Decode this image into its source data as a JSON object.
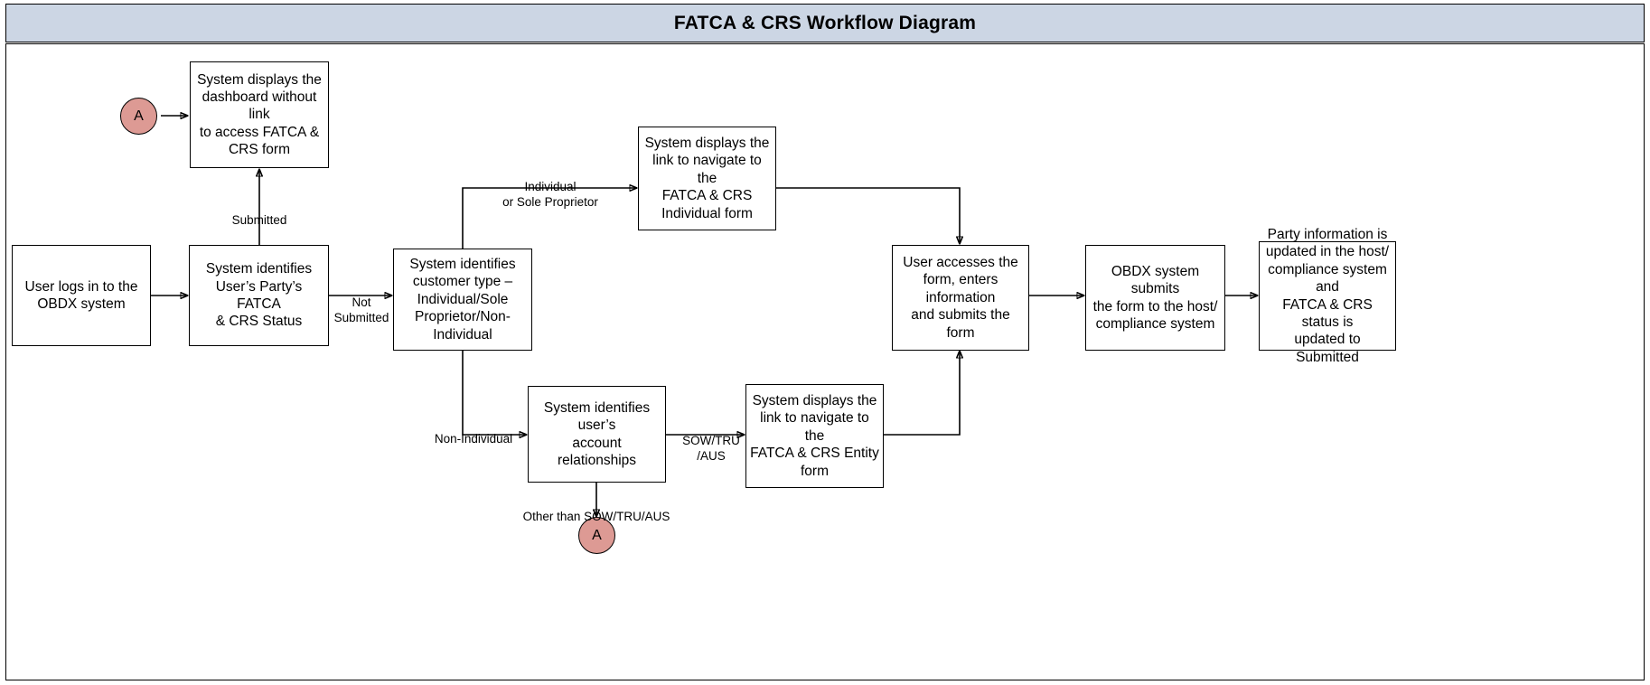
{
  "header": {
    "title": "FATCA & CRS Workflow Diagram",
    "background_color": "#ccd6e4",
    "border_color": "#000000"
  },
  "theme": {
    "page_background": "#ffffff",
    "node_fill": "#ffffff",
    "node_stroke": "#000000",
    "connector_circle_fill": "#dd9a94",
    "text_color": "#000000"
  },
  "diagram": {
    "type": "flowchart",
    "nodes": [
      {
        "id": "login",
        "shape": "process",
        "label": "User logs in to the\nOBDX system"
      },
      {
        "id": "identify-status",
        "shape": "process",
        "label": "System identifies\nUser’s Party’s FATCA\n& CRS Status"
      },
      {
        "id": "dashboard-no-link",
        "shape": "process",
        "label": "System displays the\ndashboard without link\nto access FATCA &\nCRS form"
      },
      {
        "id": "customer-type",
        "shape": "process",
        "label": "System identifies\ncustomer type –\nIndividual/Sole\nProprietor/Non-\nIndividual"
      },
      {
        "id": "individual-form-link",
        "shape": "process",
        "label": "System displays the\nlink to navigate to the\nFATCA & CRS\nIndividual form"
      },
      {
        "id": "account-relationships",
        "shape": "process",
        "label": "System identifies user’s\naccount relationships"
      },
      {
        "id": "entity-form-link",
        "shape": "process",
        "label": "System displays the\nlink to navigate to the\nFATCA & CRS Entity\nform"
      },
      {
        "id": "user-submits-form",
        "shape": "process",
        "label": "User accesses the\nform, enters information\nand submits the form"
      },
      {
        "id": "obdx-submits",
        "shape": "process",
        "label": "OBDX system submits\nthe form to the host/\ncompliance system"
      },
      {
        "id": "party-updated",
        "shape": "process",
        "label": "Party information is\nupdated in the host/\ncompliance system and\nFATCA & CRS status is\nupdated to Submitted"
      },
      {
        "id": "connector-a-top",
        "shape": "connector",
        "label": "A"
      },
      {
        "id": "connector-a-bottom",
        "shape": "connector",
        "label": "A"
      }
    ],
    "edge_labels": [
      {
        "id": "submitted",
        "text": "Submitted"
      },
      {
        "id": "not-submitted",
        "text": "Not\nSubmitted"
      },
      {
        "id": "individual-or-sole-proprietor",
        "text": "Individual\nor Sole Proprietor"
      },
      {
        "id": "non-individual",
        "text": "Non-Individual"
      },
      {
        "id": "sow-tru-aus",
        "text": "SOW/TRU\n/AUS"
      },
      {
        "id": "other-than-sow-tru-aus",
        "text": "Other than SOW/TRU/AUS"
      }
    ]
  }
}
